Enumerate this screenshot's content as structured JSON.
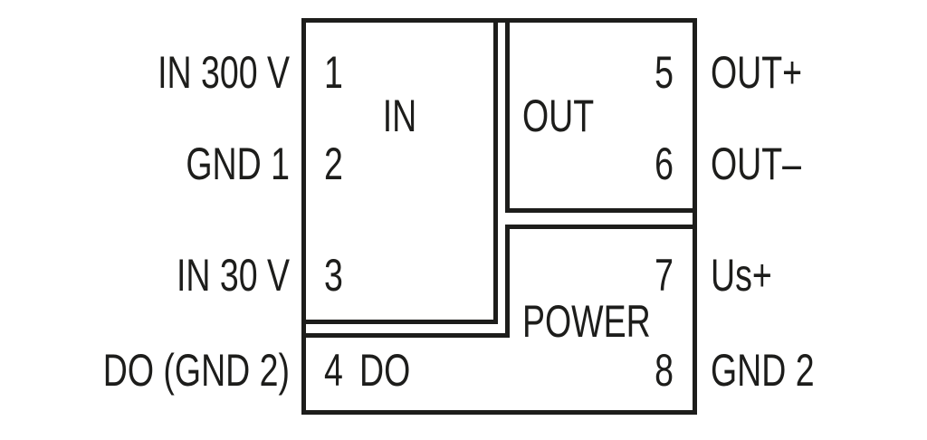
{
  "diagram": {
    "type": "terminal-connection-pinout",
    "sections": [
      {
        "id": "in",
        "label": "IN"
      },
      {
        "id": "out",
        "label": "OUT"
      },
      {
        "id": "power",
        "label": "POWER"
      }
    ],
    "pins": [
      {
        "number": "1",
        "external_label": "IN 300 V"
      },
      {
        "number": "2",
        "external_label": "GND 1"
      },
      {
        "number": "3",
        "external_label": "IN 30 V"
      },
      {
        "number": "4",
        "external_label": "DO (GND 2)",
        "internal_label": "DO"
      },
      {
        "number": "5",
        "external_label": "OUT+"
      },
      {
        "number": "6",
        "external_label": "OUT–"
      },
      {
        "number": "7",
        "external_label": "Us+"
      },
      {
        "number": "8",
        "external_label": "GND 2"
      }
    ],
    "colors": {
      "line": "#1d1d1b",
      "text": "#1d1d1b",
      "background": "#ffffff"
    }
  }
}
